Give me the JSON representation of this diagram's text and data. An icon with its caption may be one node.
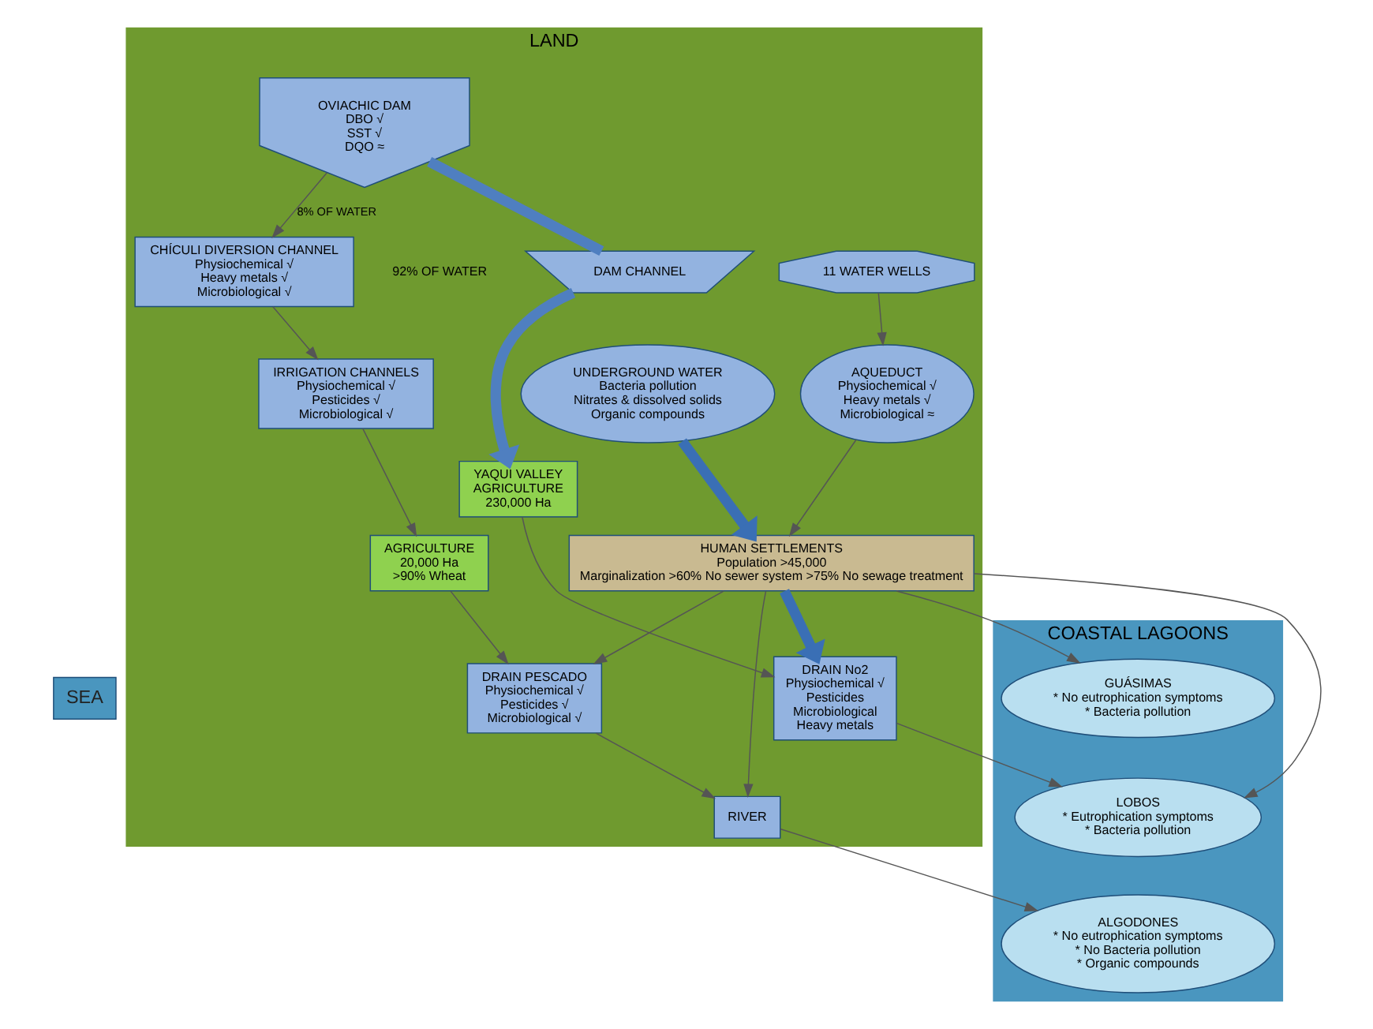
{
  "diagram": {
    "nodes": [
      {
        "text": [
          "SEA"
        ]
      },
      {
        "text": [
          "COASTAL LAGOONS"
        ]
      },
      {
        "text": [
          "GUÁSIMAS",
          "* No eutrophication symptoms",
          "* Bacteria pollution"
        ],
        "in": 1
      },
      {
        "text": [
          "ALGODONES",
          "* No eutrophication symptoms",
          "* No Bacteria pollution",
          "* Organic compounds"
        ],
        "in": 1
      },
      {
        "text": [
          "LOBOS",
          "* Eutrophication symptoms",
          "* Bacteria pollution"
        ],
        "in": 1
      },
      {
        "text": [
          "LAND"
        ]
      },
      {
        "text": [
          "AGRICULTURE",
          "20,000 Ha",
          ">90% Wheat"
        ],
        "in": 5
      },
      {
        "text": [
          "IRRIGATION CHANNELS",
          "Physiochemical √",
          "Pesticides √",
          "Microbiological √"
        ],
        "in": 5
      },
      {
        "text": [
          "OVIACHIC DAM",
          "DBO √",
          "SST √",
          "DQO ≈"
        ],
        "in": 5
      },
      {
        "text": [
          "CHÍCULI DIVERSION CHANNEL",
          "Physiochemical √",
          "Heavy metals √",
          "Microbiological √"
        ],
        "in": 5
      },
      {
        "text": [
          "DAM CHANNEL"
        ],
        "beside": [
          "92% OF WATER"
        ],
        "in": 5
      },
      {
        "text": [
          "DRAIN PESCADO",
          "Physiochemical √",
          "Pesticides √",
          "Microbiological √"
        ],
        "in": 5
      },
      {
        "text": [
          "11 WATER WELLS"
        ],
        "in": 5
      },
      {
        "text": [
          "YAQUI VALLEY",
          "AGRICULTURE",
          "230,000 Ha"
        ],
        "in": 5
      },
      {
        "text": [
          "RIVER"
        ],
        "in": 5
      },
      {
        "text": [
          "HUMAN SETTLEMENTS",
          "Population >45,000",
          "Marginalization >60% No sewer system >75% No sewage treatment"
        ],
        "in": 5
      },
      {
        "text": [
          "AQUEDUCT",
          "Physiochemical √",
          "Heavy metals √",
          "Microbiological ≈"
        ],
        "in": 5
      },
      {
        "text": [
          "UNDERGROUND WATER",
          "Bacteria pollution",
          "Nitrates & dissolved solids",
          "Organic compounds"
        ],
        "in": 5
      },
      {
        "text": [
          "DRAIN No2",
          "Physiochemical √",
          "Pesticides",
          "Microbiological",
          "Heavy metals"
        ],
        "in": 5
      }
    ],
    "edges": [
      {
        "from": 8,
        "to": 9,
        "arrow": "to",
        "label": "8% OF WATER"
      },
      {
        "from": 8,
        "to": 10,
        "arrow": "none",
        "style": "thick",
        "color": "#4f7fc0"
      },
      {
        "from": 10,
        "to": 13,
        "arrow": "to",
        "style": "thick",
        "color": "#4f7fc0"
      },
      {
        "from": 9,
        "to": 7,
        "arrow": "to"
      },
      {
        "from": 7,
        "to": 6,
        "arrow": "to"
      },
      {
        "from": 6,
        "to": 11,
        "arrow": "to"
      },
      {
        "from": 11,
        "to": 14,
        "arrow": "to"
      },
      {
        "from": 14,
        "to": 3,
        "arrow": "to"
      },
      {
        "from": 15,
        "to": 14,
        "arrow": "to"
      },
      {
        "from": 15,
        "to": 11,
        "arrow": "to"
      },
      {
        "from": 15,
        "to": 2,
        "arrow": "to"
      },
      {
        "from": 15,
        "to": 4,
        "arrow": "to"
      },
      {
        "from": 12,
        "to": 16,
        "arrow": "to"
      },
      {
        "from": 16,
        "to": 15,
        "arrow": "to"
      },
      {
        "from": 17,
        "to": 15,
        "arrow": "to",
        "style": "thick",
        "color": "#3a6fb5"
      },
      {
        "from": 15,
        "to": 18,
        "arrow": "to",
        "style": "thick",
        "color": "#3a6fb5"
      },
      {
        "from": 13,
        "to": 18,
        "arrow": "to"
      },
      {
        "from": 18,
        "to": 4,
        "arrow": "to"
      }
    ]
  }
}
